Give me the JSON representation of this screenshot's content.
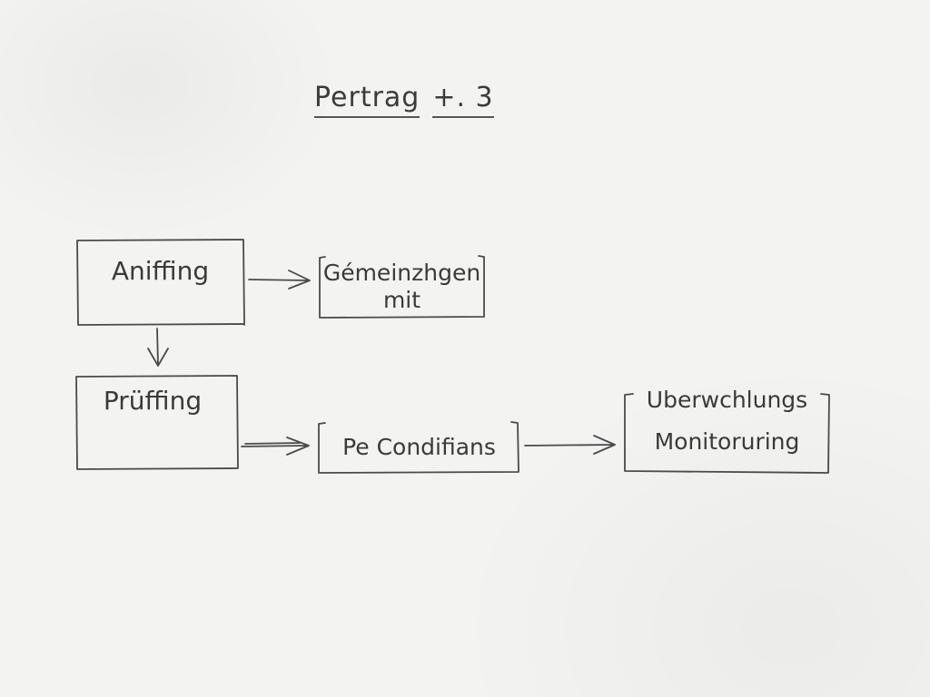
{
  "diagram": {
    "title": {
      "part1": "Pertrag",
      "part2": "+. 3"
    },
    "nodes": {
      "aniffing": {
        "label": "Aniffing"
      },
      "gemeinzhgen": {
        "line1": "Gémeinzhgen",
        "line2": "mit"
      },
      "pruffing": {
        "label": "Prüffing"
      },
      "condifians": {
        "label": "Pe Condifians"
      },
      "uberwchlungs": {
        "line1": "Uberwchlungs",
        "line2": "Monitoruring"
      }
    },
    "colors": {
      "ink": "#3a3a3a",
      "paper": "#f3f3f2"
    }
  }
}
